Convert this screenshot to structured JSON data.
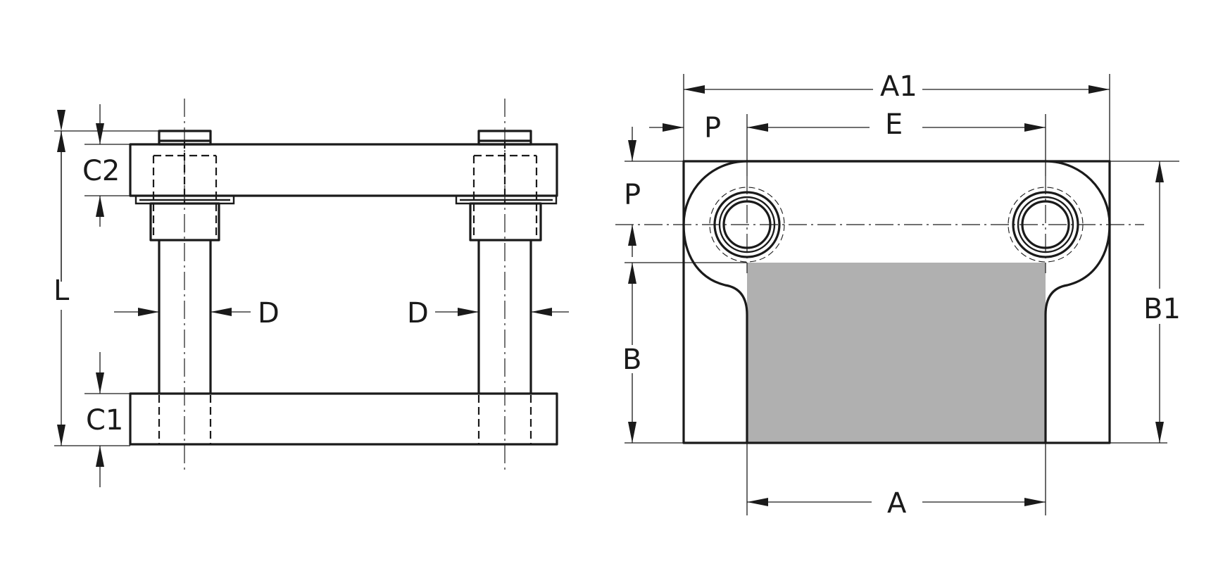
{
  "drawing": {
    "colors": {
      "line": "#1a1a1a",
      "fill_region": "#b0b0b0",
      "background": "#ffffff"
    },
    "side_view": {
      "labels": {
        "c2": "C2",
        "c1": "C1",
        "l": "L",
        "d_left": "D",
        "d_right": "D"
      }
    },
    "top_view": {
      "labels": {
        "a1": "A1",
        "p_top": "P",
        "e": "E",
        "p_left": "P",
        "b": "B",
        "b1": "B1",
        "a": "A"
      }
    }
  }
}
